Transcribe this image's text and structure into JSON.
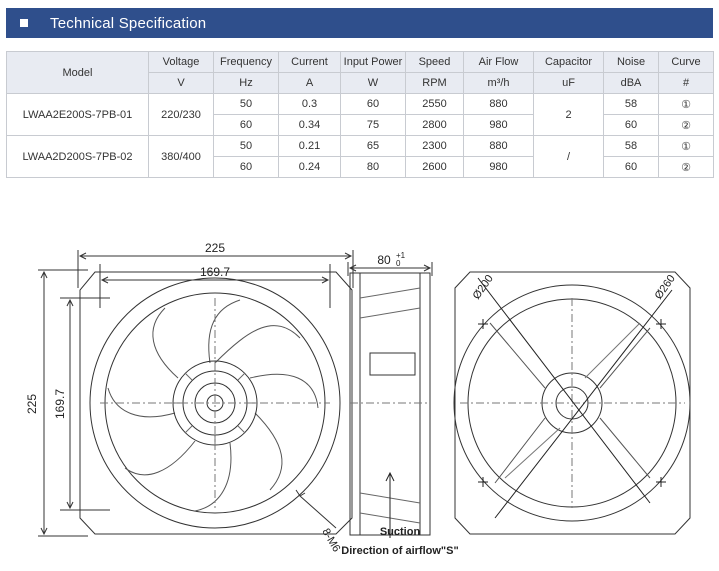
{
  "header": {
    "title": "Technical Specification"
  },
  "table": {
    "head_top": [
      "Model",
      "Voltage",
      "Frequency",
      "Current",
      "Input Power",
      "Speed",
      "Air Flow",
      "Capacitor",
      "Noise",
      "Curve"
    ],
    "head_units": [
      "V",
      "Hz",
      "A",
      "W",
      "RPM",
      "m³/h",
      "uF",
      "dBA",
      "#"
    ],
    "models": [
      {
        "name": "LWAA2E200S-7PB-01",
        "voltage": "220/230",
        "capacitor": "2",
        "rows": [
          {
            "freq": "50",
            "current": "0.3",
            "power": "60",
            "speed": "2550",
            "airflow": "880",
            "noise": "58",
            "curve": "①"
          },
          {
            "freq": "60",
            "current": "0.34",
            "power": "75",
            "speed": "2800",
            "airflow": "980",
            "noise": "60",
            "curve": "②"
          }
        ]
      },
      {
        "name": "LWAA2D200S-7PB-02",
        "voltage": "380/400",
        "capacitor": "/",
        "rows": [
          {
            "freq": "50",
            "current": "0.21",
            "power": "65",
            "speed": "2300",
            "airflow": "880",
            "noise": "58",
            "curve": "①"
          },
          {
            "freq": "60",
            "current": "0.24",
            "power": "80",
            "speed": "2600",
            "airflow": "980",
            "noise": "60",
            "curve": "②"
          }
        ]
      }
    ]
  },
  "drawing": {
    "dim_width": "225",
    "dim_inner_width": "169.7",
    "dim_height": "225",
    "dim_inner_height": "169.7",
    "dim_depth": "80",
    "dim_depth_tol": "+1",
    "dim_depth_tol2": "0",
    "dim_d200": "Ø200",
    "dim_d260": "Ø260",
    "screw_label": "8-M6",
    "suction_label": "Suction",
    "airflow_label": "Direction of airflow\"S\""
  }
}
